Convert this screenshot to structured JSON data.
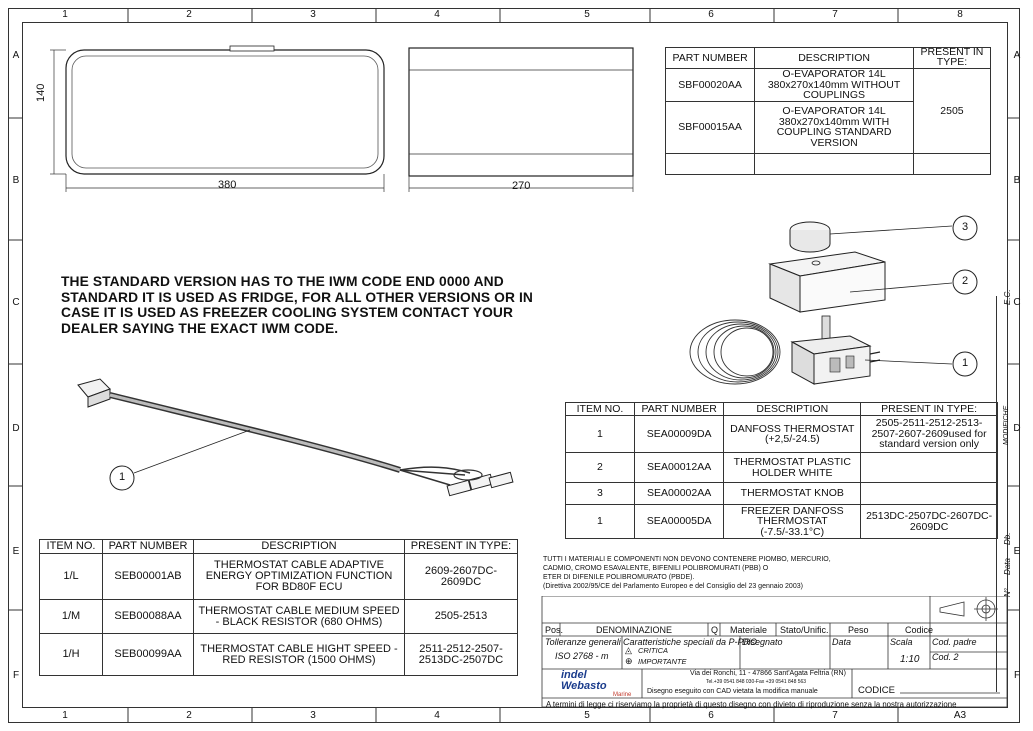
{
  "grid": {
    "columns": [
      "1",
      "2",
      "3",
      "4",
      "5",
      "6",
      "7",
      "8"
    ],
    "rows": [
      "A",
      "B",
      "C",
      "D",
      "E",
      "F"
    ]
  },
  "dimensions": {
    "height": "140",
    "length": "380",
    "depth": "270"
  },
  "evaporator_table": {
    "headers": [
      "PART NUMBER",
      "DESCRIPTION",
      "PRESENT IN TYPE:"
    ],
    "rows": [
      {
        "part": "SBF00020AA",
        "desc": "O-EVAPORATOR 14L 380x270x140mm WITHOUT COUPLINGS",
        "type": ""
      },
      {
        "part": "SBF00015AA",
        "desc": "O-EVAPORATOR 14L 380x270x140mm WITH COUPLING STANDARD VERSION",
        "type": "2505"
      }
    ]
  },
  "notice": "THE STANDARD VERSION HAS TO THE IWM CODE END 0000 AND STANDARD IT  IS USED AS FRIDGE, FOR ALL OTHER VERSIONS OR IN CASE IT IS USED AS FREEZER COOLING SYSTEM CONTACT YOUR DEALER SAYING THE EXACT IWM CODE.",
  "callouts": {
    "knob": "3",
    "holder": "2",
    "thermostat": "1",
    "cable": "1"
  },
  "thermostat_table": {
    "headers": [
      "ITEM NO.",
      "PART NUMBER",
      "DESCRIPTION",
      "PRESENT IN TYPE:"
    ],
    "rows": [
      {
        "item": "1",
        "part": "SEA00009DA",
        "desc": "DANFOSS THERMOSTAT (+2,5/-24.5)",
        "type": "2505-2511-2512-2513-2507-2607-2609used for standard version only"
      },
      {
        "item": "2",
        "part": "SEA00012AA",
        "desc": "THERMOSTAT PLASTIC HOLDER WHITE",
        "type": ""
      },
      {
        "item": "3",
        "part": "SEA00002AA",
        "desc": "THERMOSTAT KNOB",
        "type": ""
      },
      {
        "item": "1",
        "part": "SEA00005DA",
        "desc": "FREEZER DANFOSS THERMOSTAT (-7.5/-33.1°C)",
        "type": "2513DC-2507DC-2607DC-2609DC"
      }
    ]
  },
  "cable_table": {
    "headers": [
      "ITEM NO.",
      "PART NUMBER",
      "DESCRIPTION",
      "PRESENT IN TYPE:"
    ],
    "rows": [
      {
        "item": "1/L",
        "part": "SEB00001AB",
        "desc": "THERMOSTAT CABLE ADAPTIVE ENERGY OPTIMIZATION FUNCTION FOR BD80F ECU",
        "type": "2609-2607DC-2609DC"
      },
      {
        "item": "1/M",
        "part": "SEB00088AA",
        "desc": "THERMOSTAT CABLE MEDIUM SPEED - BLACK RESISTOR (680 OHMS)",
        "type": "2505-2513"
      },
      {
        "item": "1/H",
        "part": "SEB00099AA",
        "desc": "THERMOSTAT CABLE  HIGHT SPEED - RED RESISTOR (1500 OHMS)",
        "type": "2511-2512-2507-2513DC-2507DC"
      }
    ]
  },
  "legal": {
    "line1": "TUTTI I MATERIALI E COMPONENTI NON DEVONO CONTENERE PIOMBO, MERCURIO,",
    "line2": "CADMIO, CROMO ESAVALENTE, BIFENILI POLIBROMURATI (PBB) O",
    "line3": "ETER DI DIFENILE POLIBROMURATO (PBDE).",
    "line4": "(Direttiva 2002/95/CE del Parlamento Europeo e del Consiglio del 23 gennaio 2003)"
  },
  "title_block": {
    "pos": "Pos.",
    "denominazione": "DENOMINAZIONE",
    "q": "Q",
    "materiale": "Materiale",
    "stato": "Stato/Unific.",
    "peso": "Peso",
    "codice": "Codice",
    "toll": "Tolleranze generali",
    "caratt": "Caratteristiche speciali da P-PRO",
    "disegnato": "Disegnato",
    "data": "Data",
    "scala": "Scala",
    "cod_padre": "Cod. padre",
    "iso": "ISO 2768 - m",
    "critica": "CRITICA",
    "importante": "IMPORTANTE",
    "scale_value": "1:10",
    "cod2": "Cod. 2",
    "brand_top": "indel",
    "brand_bottom": "Webasto",
    "brand_sub": "Marine",
    "address": "Via dei Ronchi, 11 - 47866 Sant'Agata Feltria (RN)",
    "phone": "Tel.+39 0541 848 030-Fax +39 0541 848 563",
    "cad_note": "Disegno eseguito con CAD vietata la modifica manuale",
    "codice_label": "CODICE",
    "rights": "A termini di legge ci riserviamo la proprietà di questo disegno con divieto di riproduzione senza la nostra autorizzazione",
    "format": "A3"
  },
  "revision": {
    "ec": "E.C.",
    "modifiche": "MODIFICHE",
    "data": "Data",
    "n": "N°",
    "db": "Db."
  }
}
